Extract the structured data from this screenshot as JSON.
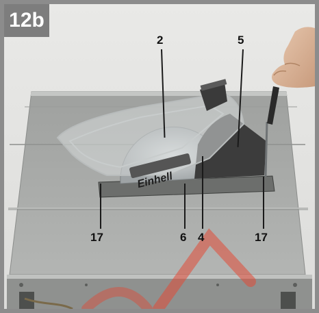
{
  "figure": {
    "id_label": "12b",
    "brand_text": "Einhell",
    "callouts": {
      "c2": "2",
      "c5": "5",
      "c17_left": "17",
      "c6": "6",
      "c4": "4",
      "c17_right": "17"
    },
    "colors": {
      "frame": "#8c8c8c",
      "badge": "#7d7d7d",
      "table_top": "#a6a8a7",
      "blade": "#b8bcbd",
      "riving_knife": "#3a3a3a",
      "guard": "#d5d8d8"
    }
  }
}
